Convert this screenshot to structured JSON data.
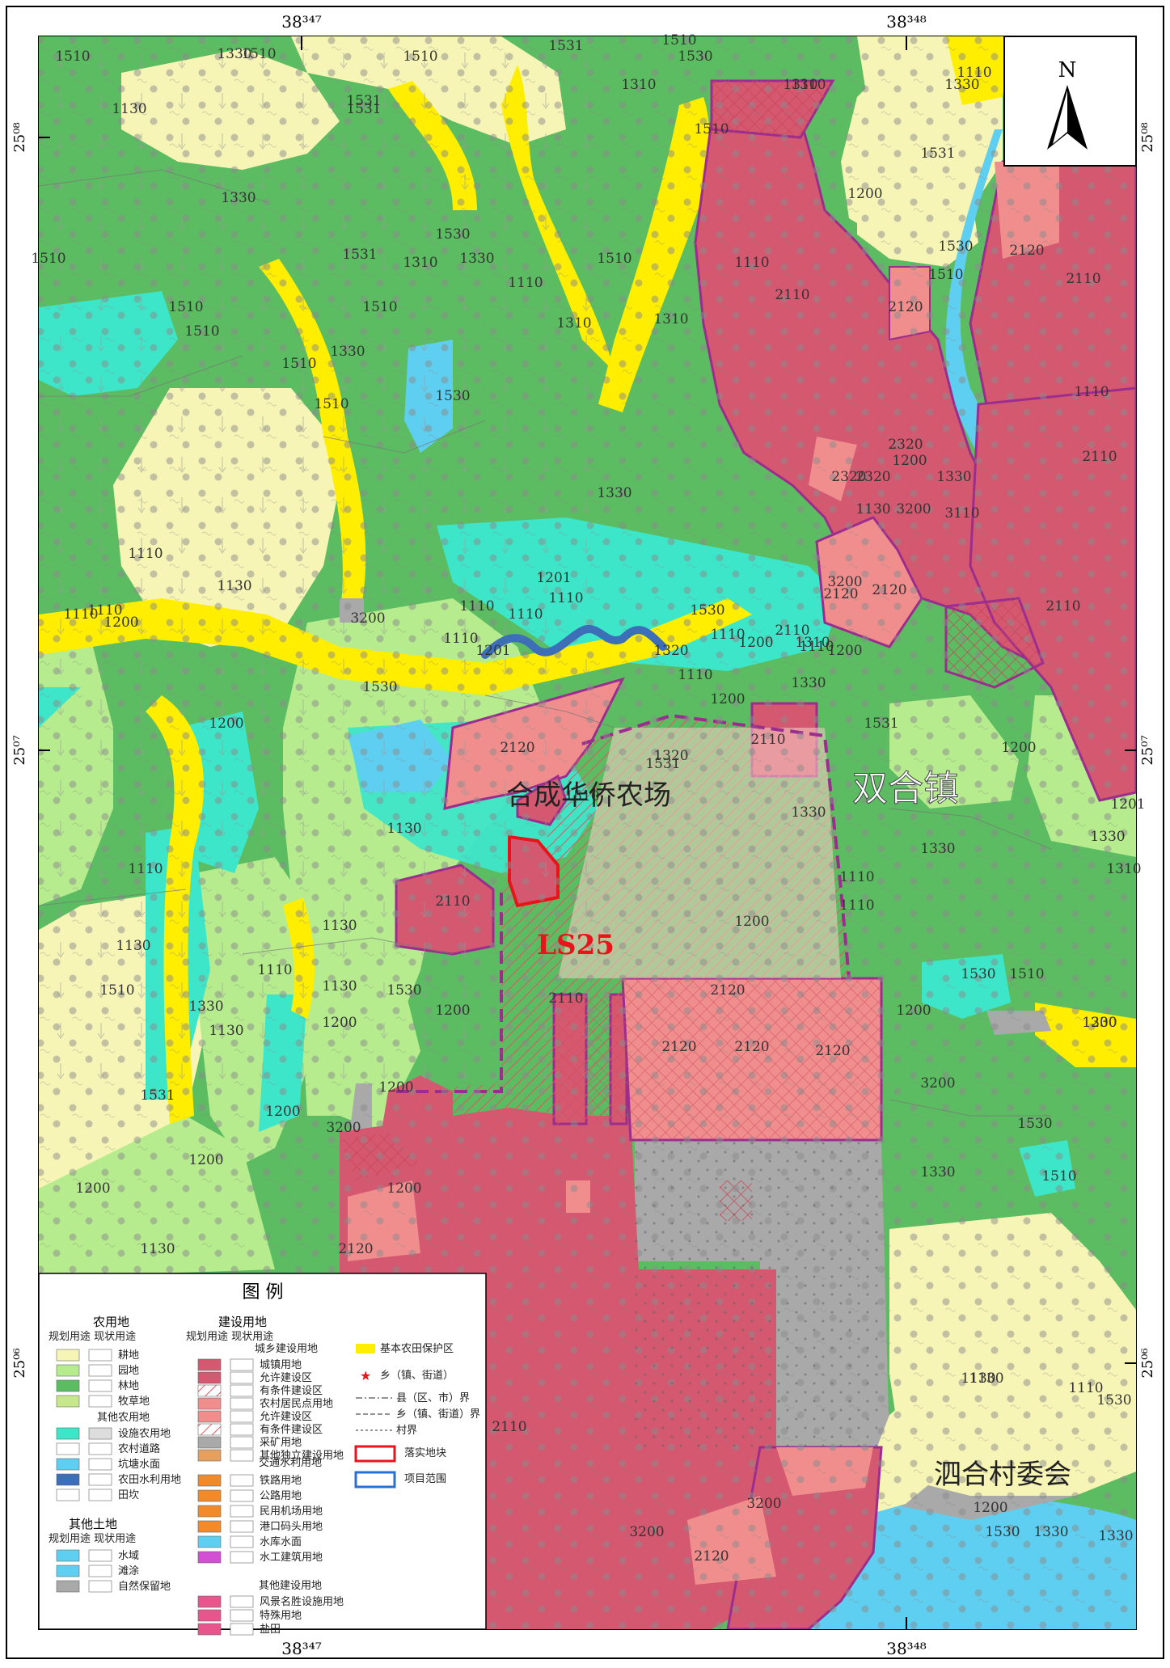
{
  "grid": {
    "top_labels": [
      "38³⁴⁷",
      "38³⁴⁸"
    ],
    "bottom_labels": [
      "38³⁴⁷",
      "38³⁴⁸"
    ],
    "left_labels": [
      "25⁰⁸",
      "25⁰⁷",
      "25⁰⁶"
    ],
    "right_labels": [
      "25⁰⁸",
      "25⁰⁷",
      "25⁰⁶"
    ]
  },
  "north_arrow": {
    "label": "N"
  },
  "places": {
    "town": "双合镇",
    "farm": "合成华侨农场",
    "village": "泗合村委会",
    "parcel": "LS25"
  },
  "land_codes": [
    "1510",
    "1330",
    "1510",
    "1531",
    "1130",
    "1531",
    "1510",
    "1510",
    "1330",
    "1310",
    "1531",
    "1530",
    "1310",
    "1510",
    "1110",
    "1510",
    "1310",
    "1530",
    "1110",
    "1531",
    "1330",
    "1310",
    "1510",
    "1330",
    "1510",
    "1110",
    "1510",
    "1310",
    "1510",
    "1330",
    "1310",
    "2110",
    "1200",
    "2120",
    "2120",
    "2110",
    "2110",
    "1510",
    "1530",
    "1510",
    "1110",
    "1531",
    "1330",
    "1330",
    "1200",
    "2320",
    "2320",
    "2320",
    "1130",
    "3200",
    "3110",
    "2110",
    "1530",
    "1510",
    "1130",
    "1110",
    "1200",
    "3200",
    "1110",
    "1201",
    "1110",
    "1110",
    "1110",
    "1530",
    "1110",
    "1110",
    "1530",
    "1200",
    "1201",
    "1320",
    "1110",
    "1110",
    "1200",
    "2120",
    "3200",
    "2110",
    "1310",
    "2120",
    "1201",
    "1531",
    "1200",
    "1330",
    "1200",
    "1110",
    "1200",
    "2110",
    "2120",
    "1510",
    "1531",
    "1320",
    "1330",
    "1130",
    "1110",
    "1130",
    "1200",
    "1110",
    "2110",
    "1130",
    "1110",
    "1330",
    "1330",
    "1310",
    "1530",
    "1510",
    "1200",
    "1200",
    "1510",
    "1110",
    "1130",
    "1200",
    "1330",
    "1530",
    "1130",
    "1200",
    "1330",
    "2110",
    "2120",
    "2120",
    "2120",
    "2120",
    "1200",
    "1531",
    "1200",
    "3200",
    "1510",
    "1200",
    "1330",
    "1200",
    "2120",
    "1200",
    "1530",
    "3200",
    "1130",
    "1130",
    "1530",
    "1110",
    "1130",
    "1330",
    "2110",
    "2120",
    "3200",
    "3200",
    "1530",
    "1200",
    "1330"
  ],
  "legend": {
    "title": "图 例",
    "agri": {
      "heading": "农用地",
      "sub": "规划用途 现状用途",
      "items": [
        "耕地",
        "园地",
        "林地",
        "牧草地"
      ],
      "other_heading": "其他农用地",
      "other_items": [
        "设施农用地",
        "农村道路",
        "坑塘水面",
        "农田水利用地",
        "田坎"
      ]
    },
    "other_land": {
      "heading": "其他土地",
      "sub": "规划用途 现状用途",
      "items": [
        "水域",
        "滩涂",
        "自然保留地"
      ]
    },
    "construction": {
      "heading": "建设用地",
      "sub": "规划用途 现状用途",
      "urban_heading": "城乡建设用地",
      "items": [
        "城镇用地",
        "允许建设区",
        "有条件建设区",
        "农村居民点用地",
        "允许建设区",
        "有条件建设区",
        "采矿用地",
        "其他独立建设用地"
      ],
      "transport_heading": "交通水利用地",
      "transport_items": [
        "铁路用地",
        "公路用地",
        "民用机场用地",
        "港口码头用地",
        "水库水面",
        "水工建筑用地"
      ],
      "other_heading": "其他建设用地",
      "other_items": [
        "风景名胜设施用地",
        "特殊用地",
        "盐田"
      ]
    },
    "right": {
      "items": [
        "基本农田保护区",
        "乡（镇、街道）",
        "县（区、市）界",
        "乡（镇、街道）界",
        "村界",
        "落实地块",
        "项目范围"
      ]
    }
  },
  "colors": {
    "farmland": "#f7f5b5",
    "garden": "#b6ec8e",
    "forest": "#5cbc62",
    "grass": "#c6e88a",
    "facility": "#3ee6c9",
    "water": "#5ecff0",
    "urban": "#d4586f",
    "rural": "#f08e8e",
    "mining": "#a9a9a9",
    "basic_farm": "#ffee00",
    "boundary": "#9b2d8e",
    "parcel": "#e8141a",
    "project": "#2b6fd6"
  }
}
